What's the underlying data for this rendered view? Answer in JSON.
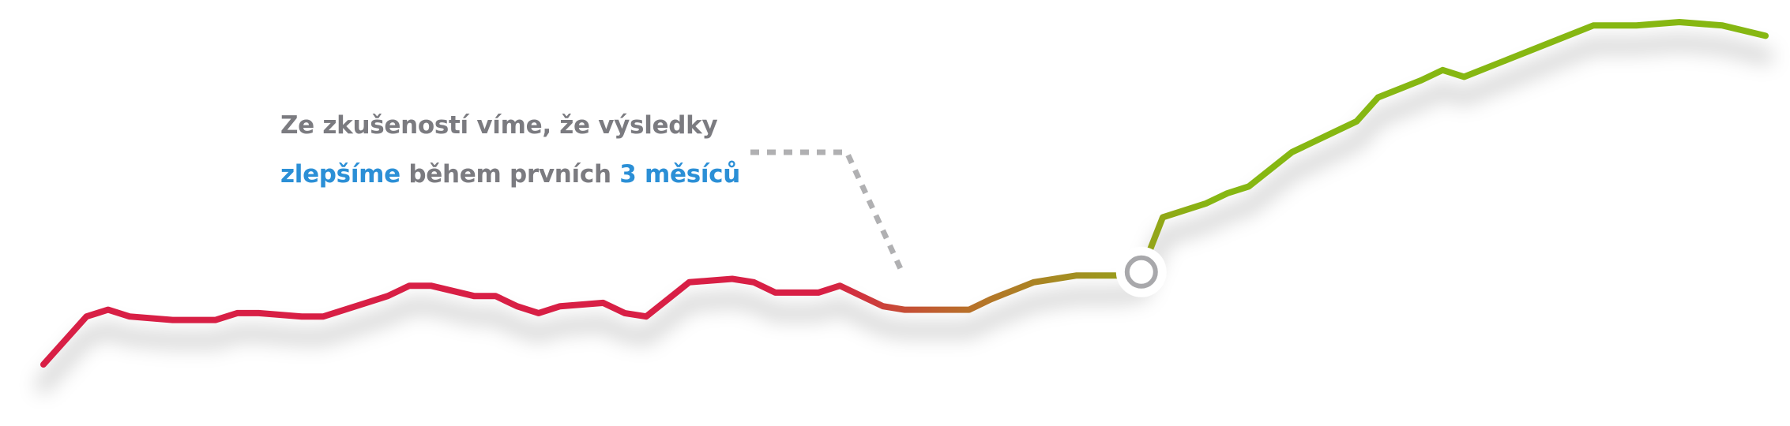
{
  "annotation": {
    "line1": "Ze zkušeností víme, že výsledky",
    "line2_accent_a": "zlepšíme",
    "line2_mid": " během prvních ",
    "line2_accent_b": "3 měsíců"
  },
  "colors": {
    "low": "#d81f45",
    "mid": "#b8702a",
    "high": "#86b712",
    "accent": "#2b8fd6",
    "text": "#7b7b80",
    "marker": "#a8a8ab",
    "leader": "#b0b0b2"
  },
  "chart_data": {
    "type": "line",
    "series": [
      {
        "x": [
          0,
          1,
          1.5,
          2,
          3,
          3.5,
          4,
          4.5,
          5,
          6,
          6.5,
          7,
          8,
          8.5,
          9,
          10,
          10.5,
          11,
          11.5,
          12,
          13,
          13.5,
          14,
          14.5,
          15,
          16,
          16.5,
          17,
          18,
          18.5,
          19,
          19.5,
          20,
          21,
          21.5,
          22,
          23,
          23.5,
          24,
          25,
          25.5,
          26,
          27,
          27.5,
          28,
          29,
          30,
          30.5,
          31,
          32,
          32.5,
          33,
          34,
          35,
          36,
          36.5,
          37,
          38,
          39,
          40
        ],
        "values": [
          0.0,
          0.14,
          0.16,
          0.14,
          0.13,
          0.13,
          0.13,
          0.15,
          0.15,
          0.14,
          0.14,
          0.16,
          0.2,
          0.23,
          0.23,
          0.2,
          0.2,
          0.17,
          0.15,
          0.17,
          0.18,
          0.15,
          0.14,
          0.19,
          0.24,
          0.25,
          0.24,
          0.21,
          0.21,
          0.23,
          0.2,
          0.17,
          0.16,
          0.16,
          0.16,
          0.19,
          0.24,
          0.25,
          0.26,
          0.26,
          0.27,
          0.43,
          0.47,
          0.5,
          0.52,
          0.62,
          0.68,
          0.71,
          0.78,
          0.83,
          0.86,
          0.84,
          0.89,
          0.94,
          0.99,
          0.99,
          0.99,
          1.0,
          0.99,
          0.96
        ]
      }
    ],
    "ylim": [
      0,
      1
    ],
    "grid": false,
    "marker_at_index": 40
  }
}
